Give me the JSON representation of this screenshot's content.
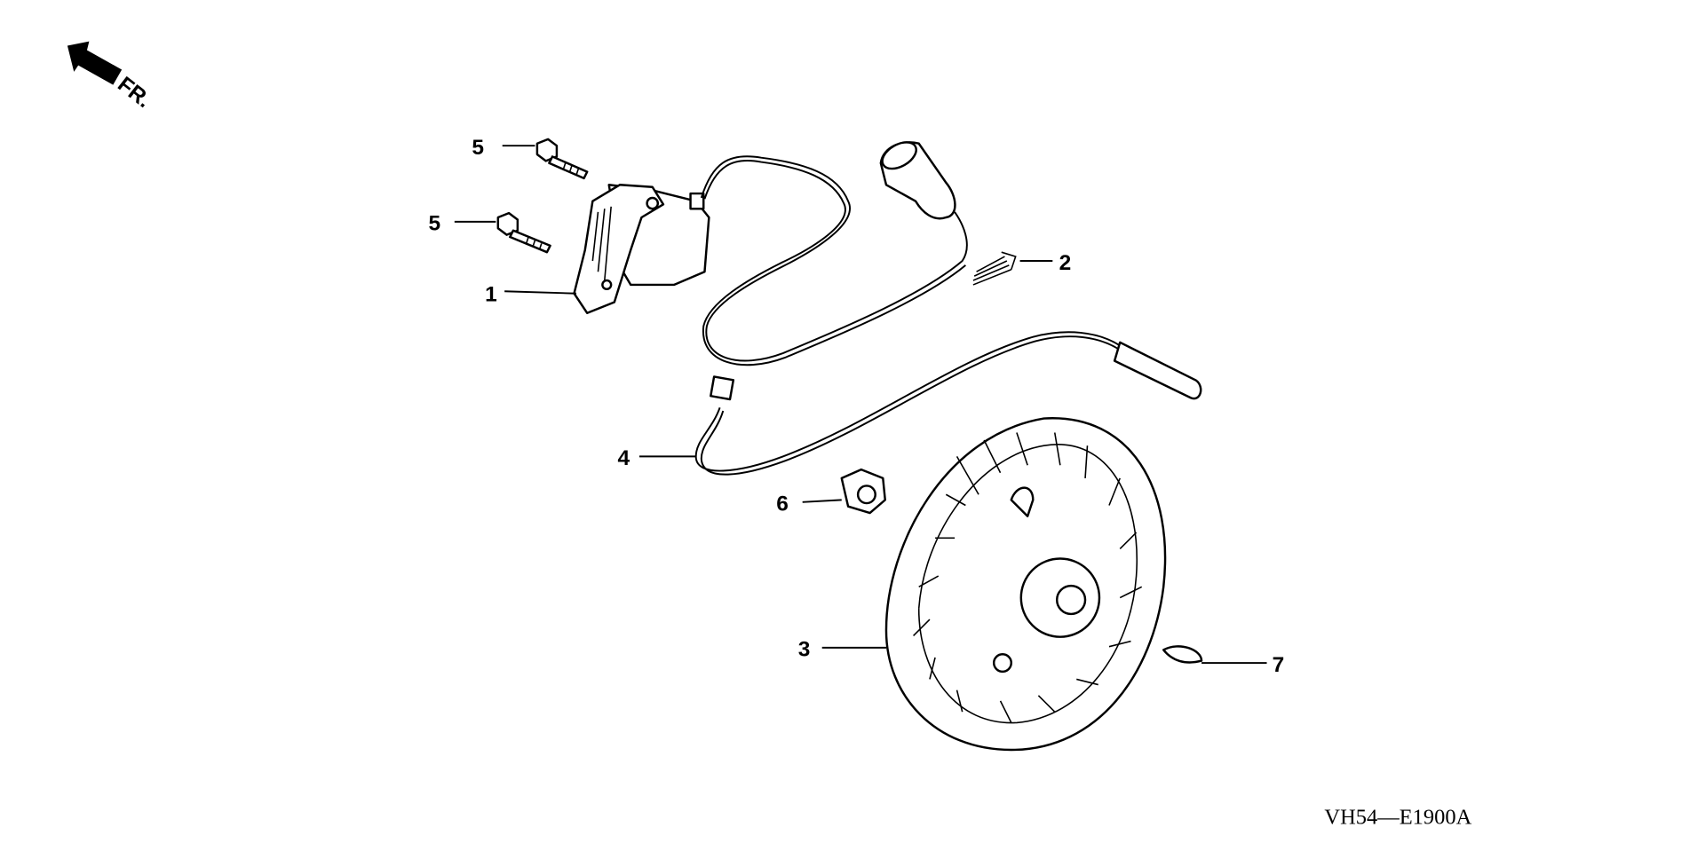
{
  "diagram": {
    "direction_label": "FR.",
    "diagram_code": "VH54—E1900A",
    "callouts": [
      {
        "number": "1",
        "part": "ignition-coil"
      },
      {
        "number": "2",
        "part": "spark-plug-cap-spring"
      },
      {
        "number": "3",
        "part": "flywheel"
      },
      {
        "number": "4",
        "part": "stop-switch-wire"
      },
      {
        "number": "5",
        "part": "flange-bolt"
      },
      {
        "number": "5",
        "part": "flange-bolt"
      },
      {
        "number": "6",
        "part": "flange-nut"
      },
      {
        "number": "7",
        "part": "woodruff-key"
      }
    ]
  }
}
